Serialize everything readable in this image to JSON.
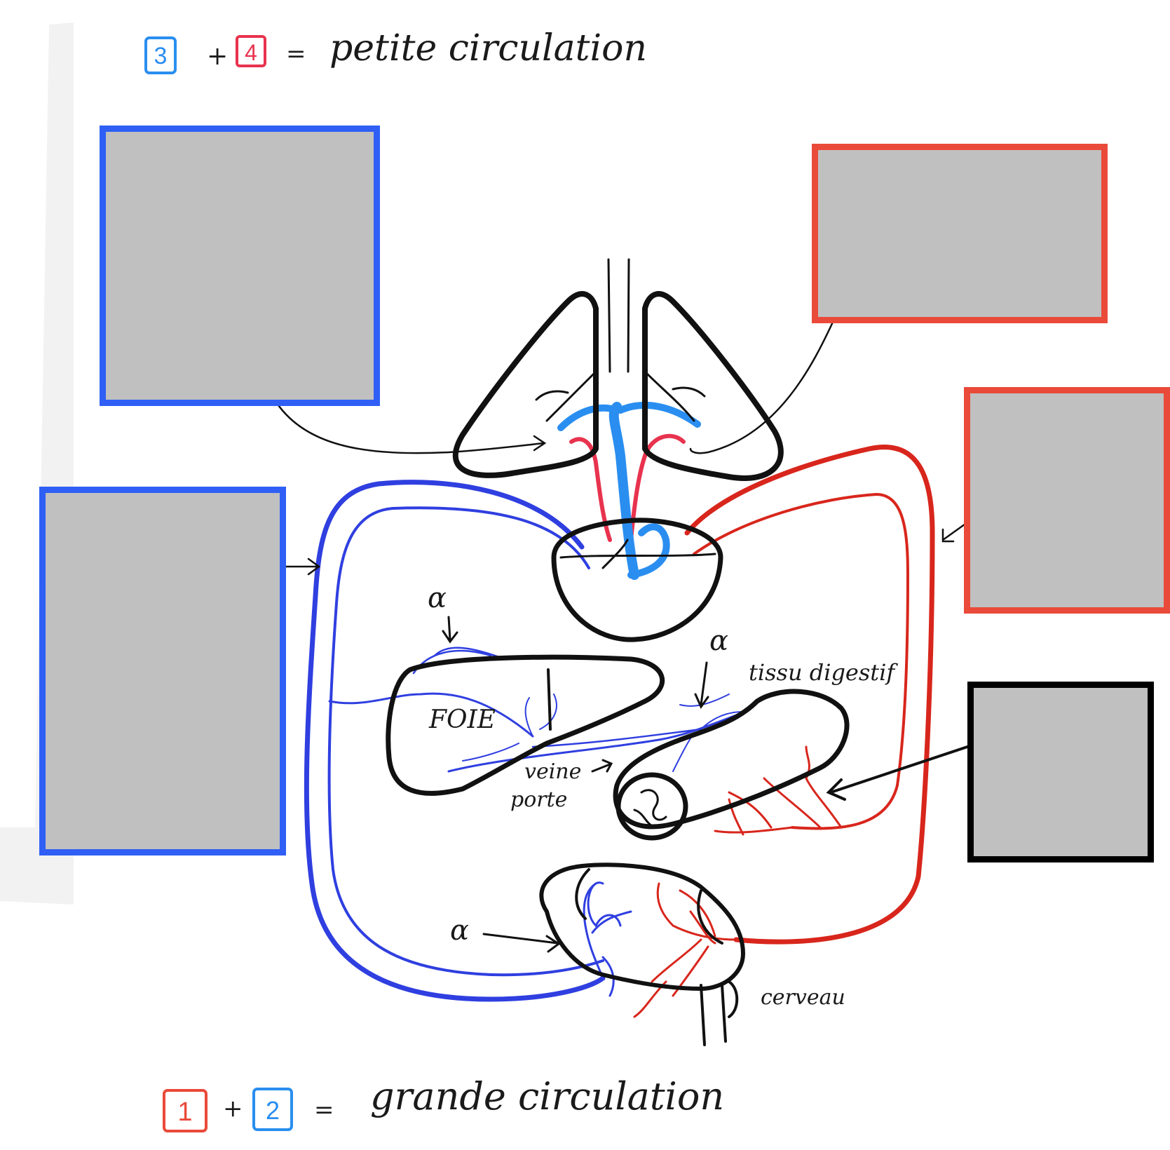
{
  "legend_top": {
    "num_a": "3",
    "plus": "+",
    "num_b": "4",
    "equals": "=",
    "text": "petite circulation"
  },
  "legend_bottom": {
    "num_a": "1",
    "plus": "+",
    "num_b": "2",
    "equals": "=",
    "text": "grande circulation"
  },
  "organ_labels": {
    "liver": "FOIE",
    "digestive": "tissu digestif",
    "portal_vein_line1": "veine",
    "portal_vein_line2": "porte",
    "brain": "cerveau"
  },
  "alpha_marks": [
    "α",
    "α",
    "α"
  ],
  "colors": {
    "blue_box": "#2f5ff5",
    "red_box": "#ea4a3a",
    "black_box": "#000000",
    "box_fill": "#c0c0c0",
    "vein_blue": "#2f3fe0",
    "vein_light_blue": "#2a8ef0",
    "artery_red": "#d8261c",
    "artery_pink": "#e8334e"
  }
}
